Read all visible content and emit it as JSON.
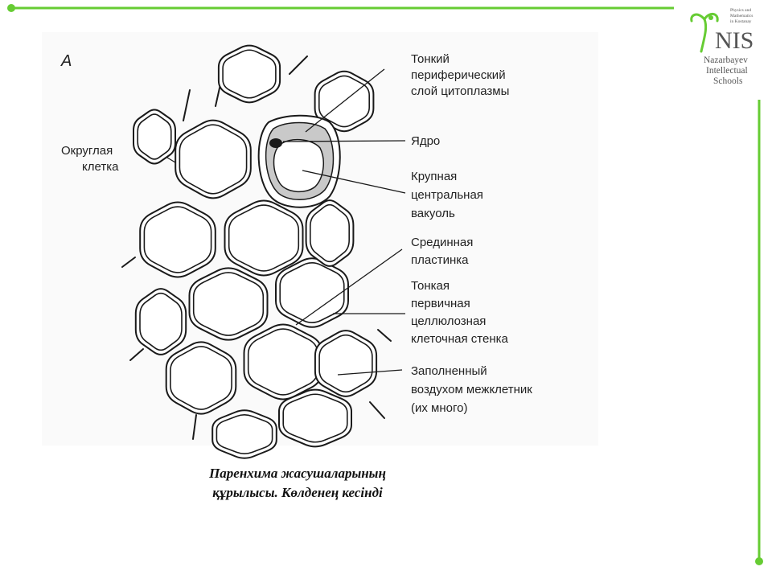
{
  "accent_color": "#66cc33",
  "logo": {
    "small_line_1": "Physics and",
    "small_line_2": "Mathematics",
    "small_line_3": "in Kostanay",
    "brand": "NIS",
    "line_1": "Nazarbayev",
    "line_2": "Intellectual",
    "line_3": "Schools"
  },
  "diagram": {
    "panel_letter": "А",
    "labels": {
      "round_cell": [
        "Округлая",
        "клетка"
      ],
      "cytoplasm": [
        "Тонкий",
        "периферический",
        "слой цитоплазмы"
      ],
      "nucleus": [
        "Ядро"
      ],
      "vacuole": [
        "Крупная",
        "центральная",
        "вакуоль"
      ],
      "middle_lamella": [
        "Срединная",
        "пластинка"
      ],
      "cell_wall": [
        "Тонкая",
        "первичная",
        "целлюлозная",
        "клеточная стенка"
      ],
      "intercellular": [
        "Заполненный",
        "воздухом межклетник",
        "(их много)"
      ]
    }
  },
  "caption": {
    "line_1": "Паренхима жасушаларының",
    "line_2": "құрылысы. Көлденең кесінді"
  }
}
